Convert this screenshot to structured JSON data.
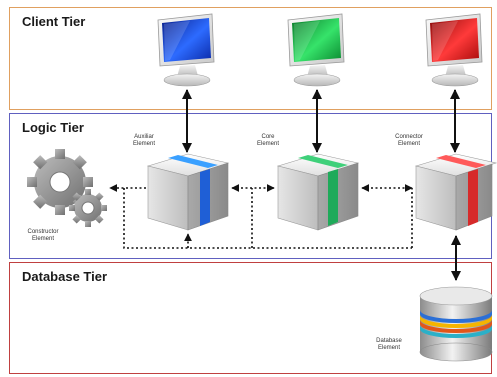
{
  "tiers": {
    "client": {
      "title": "Client Tier"
    },
    "logic": {
      "title": "Logic Tier"
    },
    "database": {
      "title": "Database Tier"
    }
  },
  "elements": {
    "auxiliar": {
      "line1": "Auxiliar",
      "line2": "Element"
    },
    "core": {
      "line1": "Core",
      "line2": "Element"
    },
    "connector": {
      "line1": "Connector",
      "line2": "Element"
    },
    "constructor": {
      "line1": "Constructor",
      "line2": "Element"
    },
    "database": {
      "line1": "Database",
      "line2": "Element"
    }
  },
  "colors": {
    "client_border": "#e0a060",
    "logic_border": "#6060c0",
    "database_border": "#c04040",
    "blue": "#1f5fd6",
    "green": "#1faa5a",
    "red": "#d62a2a"
  }
}
